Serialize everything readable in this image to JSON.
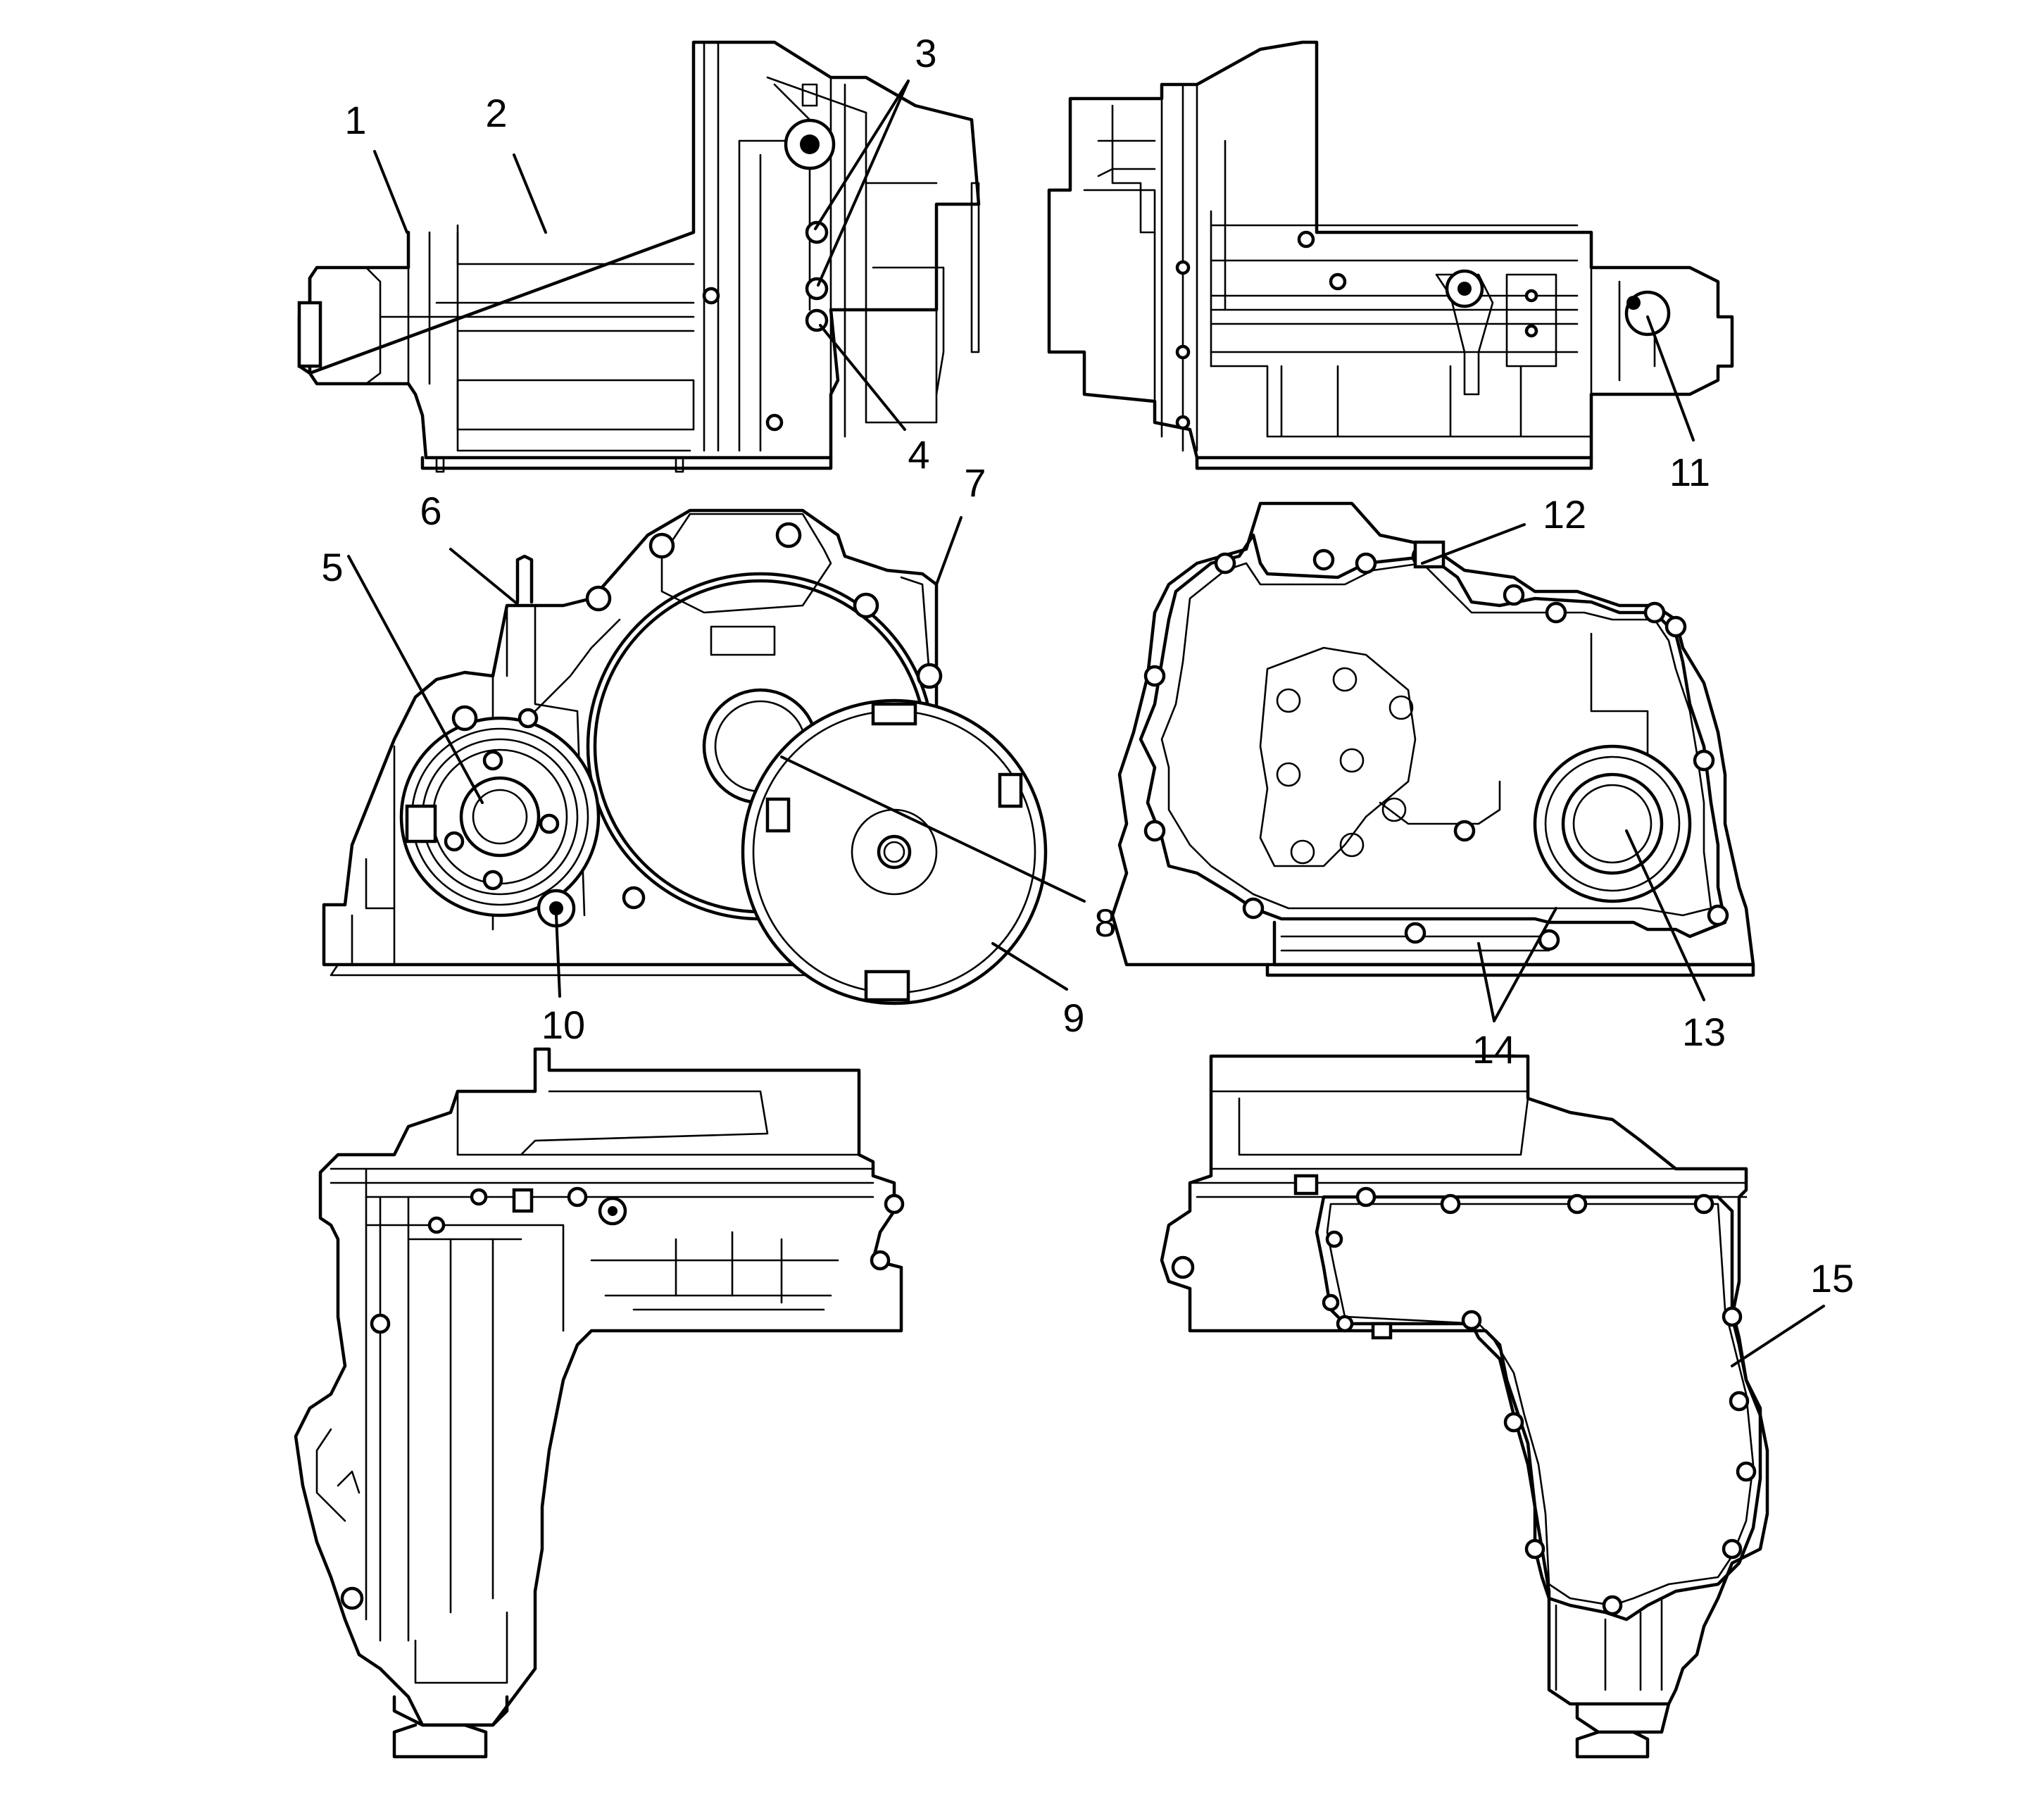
{
  "diagram": {
    "views": [
      "transaxle-side-view-left",
      "transaxle-side-view-right",
      "transaxle-end-view-converter",
      "transaxle-end-view-case-cover",
      "transaxle-top-view-left",
      "transaxle-top-view-right"
    ],
    "callouts": [
      {
        "id": "c1",
        "label": "1"
      },
      {
        "id": "c2",
        "label": "2"
      },
      {
        "id": "c3",
        "label": "3"
      },
      {
        "id": "c4",
        "label": "4"
      },
      {
        "id": "c5",
        "label": "5"
      },
      {
        "id": "c6",
        "label": "6"
      },
      {
        "id": "c7",
        "label": "7"
      },
      {
        "id": "c8",
        "label": "8"
      },
      {
        "id": "c9",
        "label": "9"
      },
      {
        "id": "c10",
        "label": "10"
      },
      {
        "id": "c11",
        "label": "11"
      },
      {
        "id": "c12",
        "label": "12"
      },
      {
        "id": "c13",
        "label": "13"
      },
      {
        "id": "c14",
        "label": "14"
      },
      {
        "id": "c15",
        "label": "15"
      }
    ]
  }
}
